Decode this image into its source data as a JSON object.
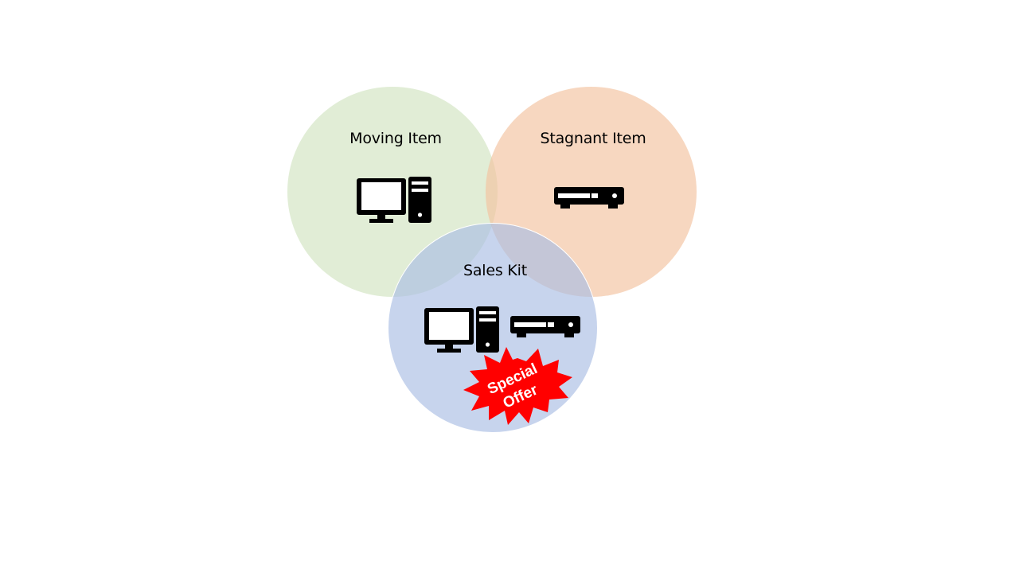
{
  "diagram": {
    "circles": [
      {
        "id": "moving",
        "label": "Moving Item",
        "color": "#D4E6C4",
        "icons": [
          "desktop-computer-icon"
        ]
      },
      {
        "id": "stagnant",
        "label": "Stagnant Item",
        "color": "#F3C29E",
        "icons": [
          "dvr-box-icon"
        ]
      },
      {
        "id": "sales",
        "label": "Sales Kit",
        "color": "#A9BDE4",
        "icons": [
          "desktop-computer-icon",
          "dvr-box-icon"
        ]
      }
    ],
    "badge": {
      "line1": "Special",
      "line2": "Offer",
      "color": "#FF0000",
      "text_color": "#FFFFFF",
      "shape": "starburst"
    }
  }
}
